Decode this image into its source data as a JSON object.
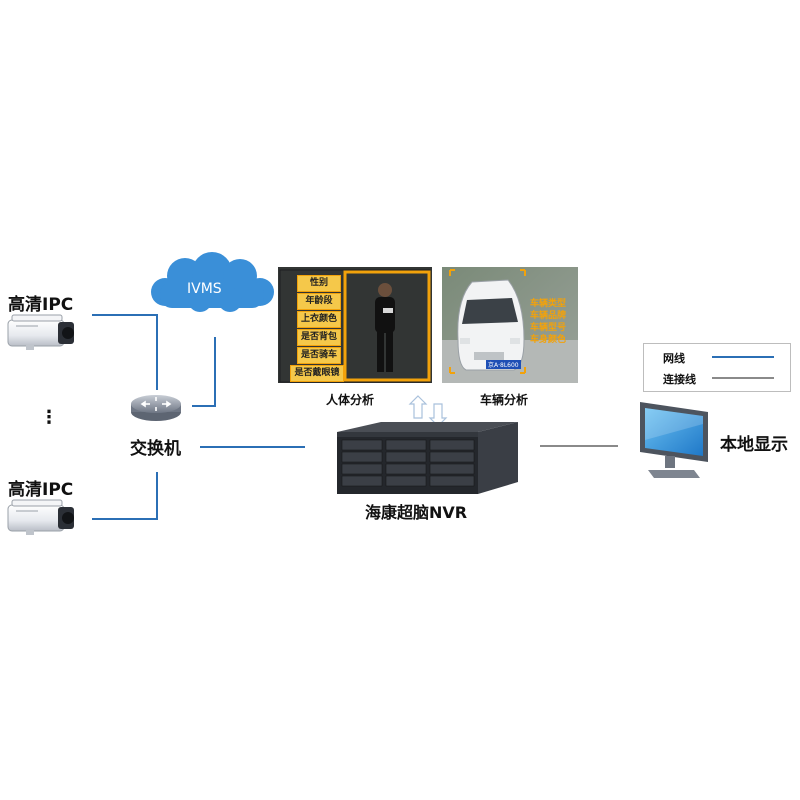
{
  "colors": {
    "network_line": "#2b6fb5",
    "connect_line": "#8a8a8a",
    "cloud": "#3a8fd8",
    "tag_fill": "#f5c84a",
    "tag_border": "#f2a20b"
  },
  "cameras": [
    {
      "label": "高清IPC",
      "icon": "bullet-camera-icon"
    },
    {
      "label": "高清IPC",
      "icon": "bullet-camera-icon"
    }
  ],
  "ellipsis": "⋮",
  "cloud": {
    "label": "IVMS",
    "icon": "cloud-icon"
  },
  "switch": {
    "label": "交换机",
    "icon": "router-switch-icon"
  },
  "nvr": {
    "label": "海康超脑NVR",
    "icon": "nvr-device-icon"
  },
  "monitor": {
    "label": "本地显示",
    "icon": "monitor-icon"
  },
  "human_analysis": {
    "label": "人体分析",
    "attributes": [
      "性别",
      "年龄段",
      "上衣颜色",
      "是否背包",
      "是否骑车",
      "是否戴眼镜"
    ]
  },
  "vehicle_analysis": {
    "label": "车辆分析",
    "attributes": [
      "车辆类型",
      "车辆品牌",
      "车辆型号",
      "车身颜色"
    ],
    "plate": "京A·8L600"
  },
  "legend": {
    "network": "网线",
    "connect": "连接线"
  }
}
